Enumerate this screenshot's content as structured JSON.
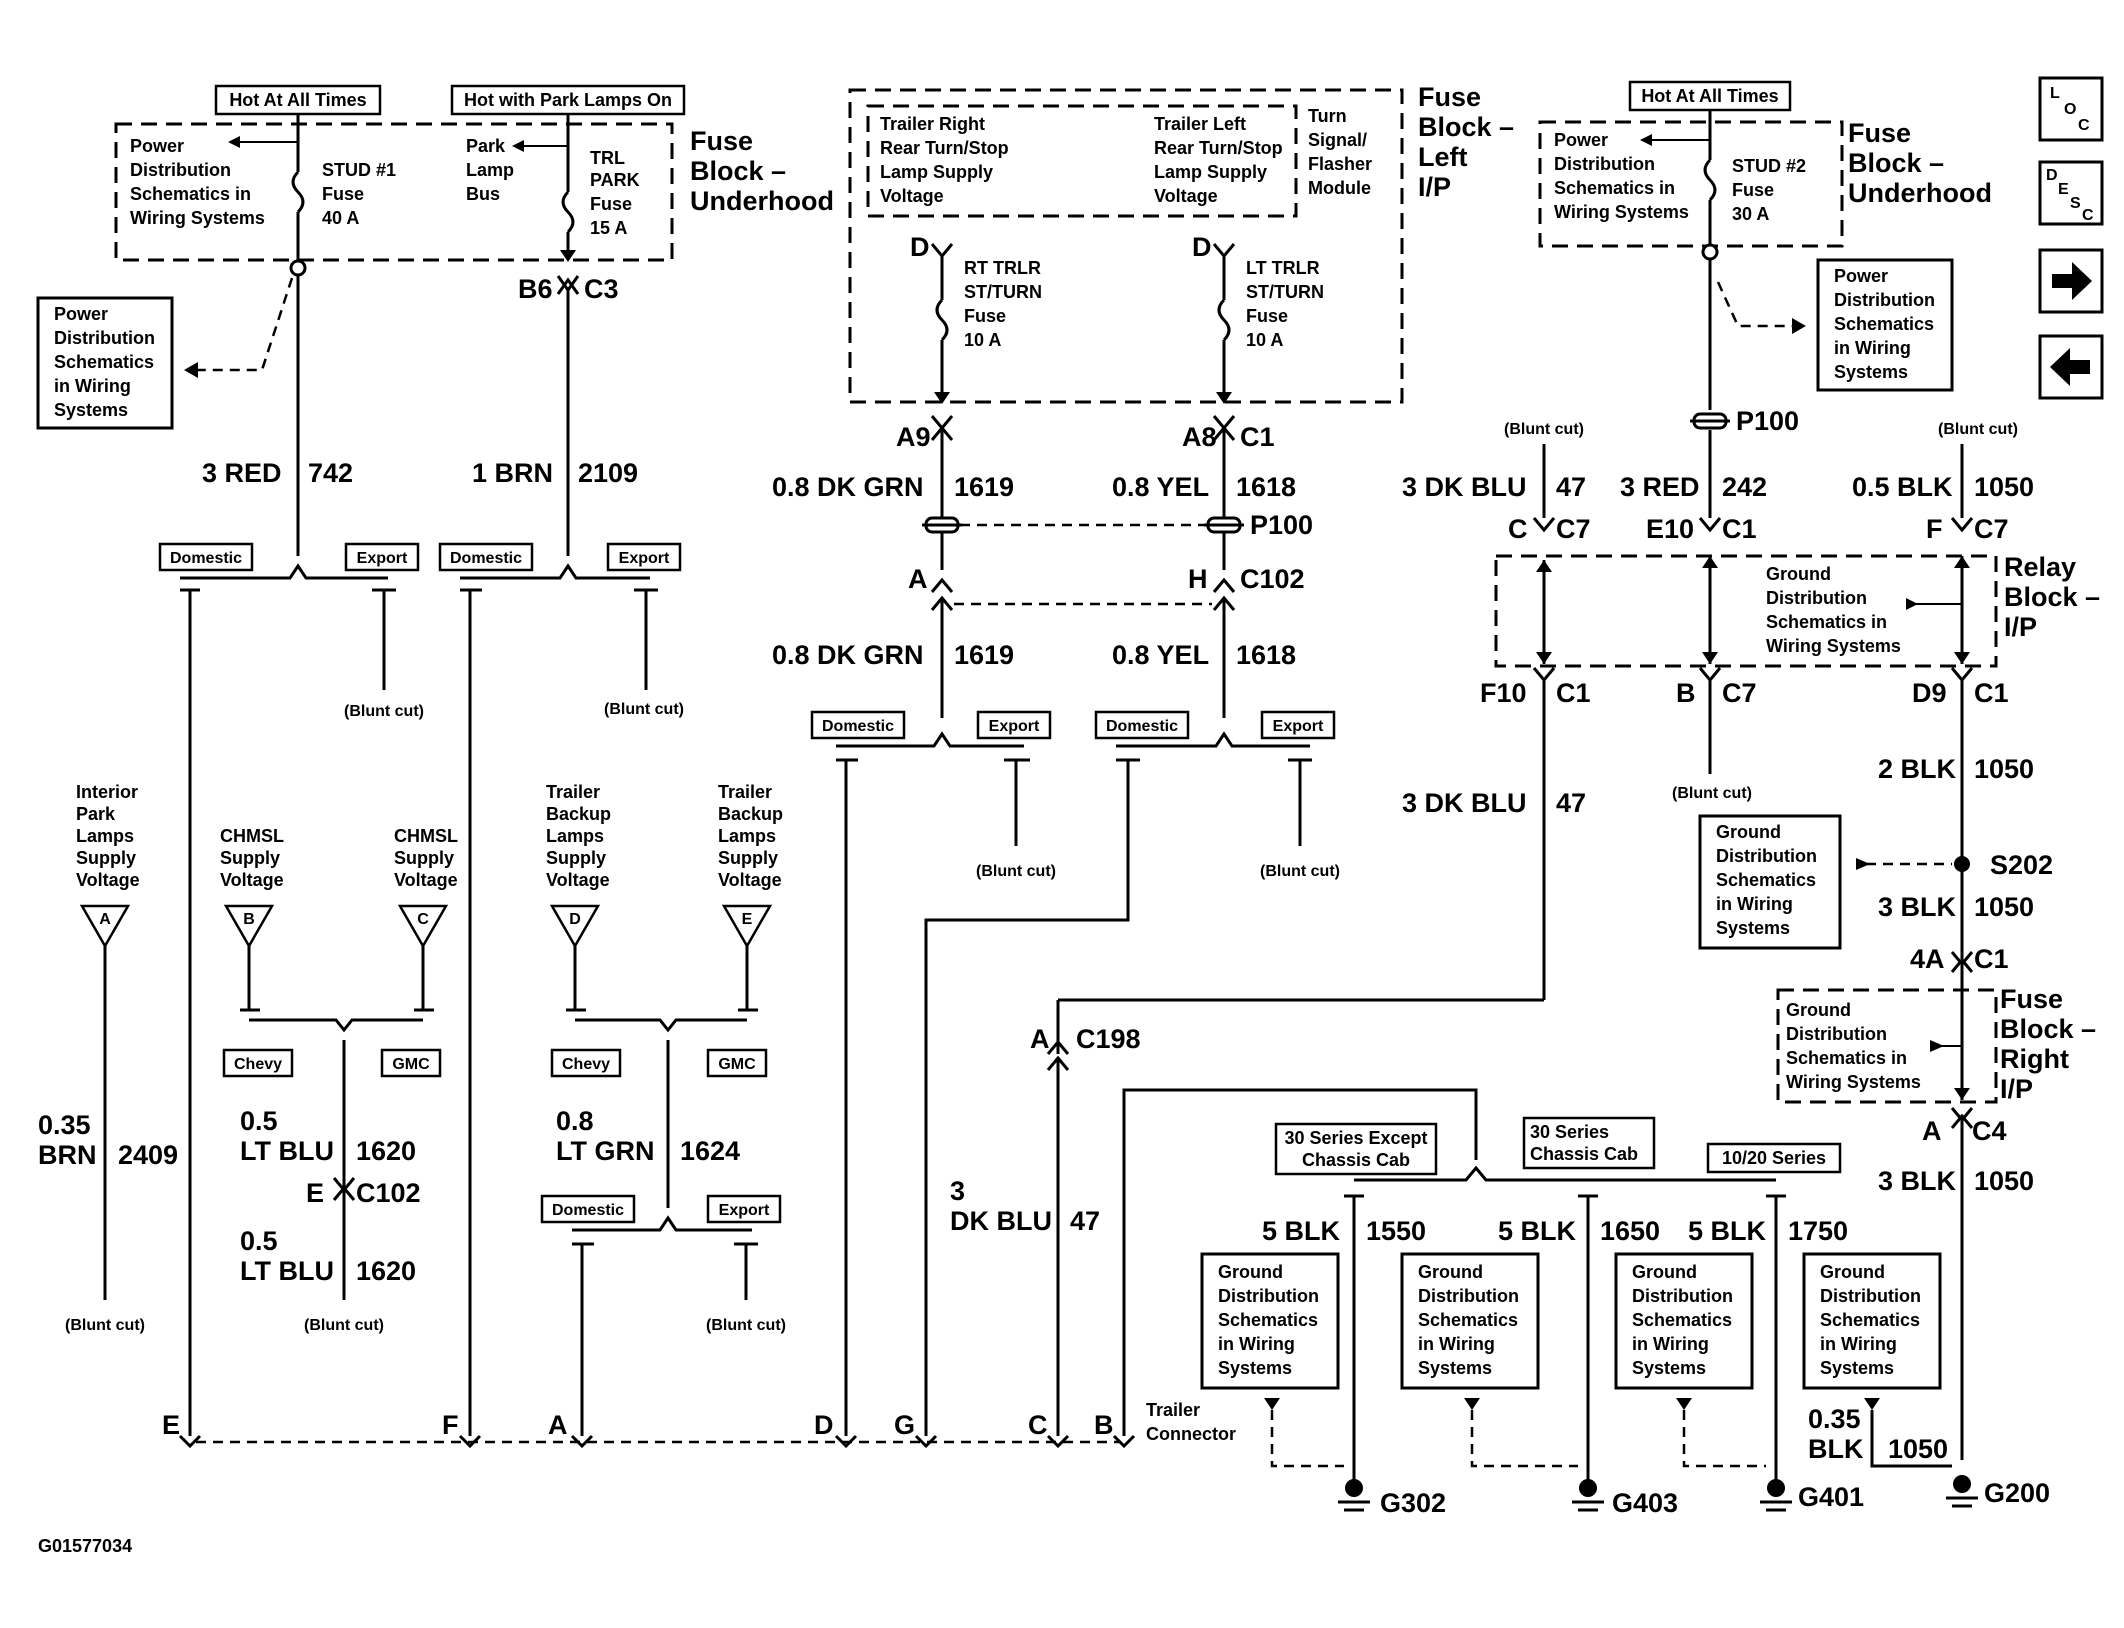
{
  "hot_labels": {
    "hot_all_times": "Hot At All Times",
    "hot_park_lamps": "Hot with Park Lamps On"
  },
  "fuse_blocks": {
    "underhood_1": "Fuse",
    "underhood_2": "Block –",
    "underhood_3": "Underhood",
    "left_ip_1": "Fuse",
    "left_ip_2": "Block –",
    "left_ip_3": "Left",
    "left_ip_4": "I/P",
    "relay_1": "Relay",
    "relay_2": "Block –",
    "relay_3": "I/P",
    "right_ip_1": "Fuse",
    "right_ip_2": "Block –",
    "right_ip_3": "Right",
    "right_ip_4": "I/P"
  },
  "fuses": {
    "stud1": [
      "STUD #1",
      "Fuse",
      "40 A"
    ],
    "trl_park": [
      "TRL",
      "PARK",
      "Fuse",
      "15 A"
    ],
    "rt_trlr": [
      "RT TRLR",
      "ST/TURN",
      "Fuse",
      "10 A"
    ],
    "lt_trlr": [
      "LT TRLR",
      "ST/TURN",
      "Fuse",
      "10 A"
    ],
    "stud2": [
      "STUD #2",
      "Fuse",
      "30 A"
    ]
  },
  "notes": {
    "pds_4line": [
      "Power",
      "Distribution",
      "Schematics in",
      "Wiring Systems"
    ],
    "pds_5line": [
      "Power",
      "Distribution",
      "Schematics",
      "in Wiring",
      "Systems"
    ],
    "gds_4line": [
      "Ground",
      "Distribution",
      "Schematics in",
      "Wiring Systems"
    ],
    "gds_5line": [
      "Ground",
      "Distribution",
      "Schematics",
      "in Wiring",
      "Systems"
    ],
    "park_lamp_bus": [
      "Park",
      "Lamp",
      "Bus"
    ],
    "trailer_right": [
      "Trailer Right",
      "Rear Turn/Stop",
      "Lamp Supply",
      "Voltage"
    ],
    "trailer_left": [
      "Trailer Left",
      "Rear Turn/Stop",
      "Lamp Supply",
      "Voltage"
    ],
    "turn_signal": [
      "Turn",
      "Signal/",
      "Flasher",
      "Module"
    ]
  },
  "options": {
    "domestic": "Domestic",
    "export": "Export",
    "chevy": "Chevy",
    "gmc": "GMC",
    "blunt_cut": "(Blunt cut)",
    "series_30_except": [
      "30 Series Except",
      "Chassis Cab"
    ],
    "series_30_cab": [
      "30 Series",
      "Chassis Cab"
    ],
    "series_1020": "10/20 Series"
  },
  "wires": {
    "red742": [
      "3 RED",
      "742"
    ],
    "brn2109": [
      "1 BRN",
      "2109"
    ],
    "dkgrn1619": [
      "0.8 DK GRN",
      "1619"
    ],
    "yel1618": [
      "0.8 YEL",
      "1618"
    ],
    "dkblu47": [
      "3 DK BLU",
      "47"
    ],
    "red242": [
      "3 RED",
      "242"
    ],
    "blk1050_05": [
      "0.5 BLK",
      "1050"
    ],
    "blk1050_2": [
      "2 BLK",
      "1050"
    ],
    "blk1050_3": [
      "3 BLK",
      "1050"
    ],
    "brn2409": [
      "0.35",
      "BRN",
      "2409"
    ],
    "ltblu1620": [
      "0.5",
      "LT BLU",
      "1620"
    ],
    "ltgrn1624": [
      "0.8",
      "LT GRN",
      "1624"
    ],
    "dkblu47_c198": [
      "3",
      "DK BLU",
      "47"
    ],
    "blk1550": [
      "5 BLK",
      "1550"
    ],
    "blk1650": [
      "5 BLK",
      "1650"
    ],
    "blk1750": [
      "5 BLK",
      "1750"
    ],
    "blk1050_035": [
      "0.35",
      "BLK",
      "1050"
    ]
  },
  "connectors": {
    "b6": "B6",
    "c3": "C3",
    "d": "D",
    "a9": "A9",
    "a8": "A8",
    "c1": "C1",
    "p100": "P100",
    "a": "A",
    "h": "H",
    "c102": "C102",
    "c": "C",
    "c7": "C7",
    "e10": "E10",
    "f": "F",
    "f10": "F10",
    "b": "B",
    "d9": "D9",
    "s202": "S202",
    "4a": "4A",
    "c4": "C4",
    "c198": "C198",
    "e": "E"
  },
  "supply": {
    "interior_park": [
      "Interior",
      "Park",
      "Lamps",
      "Supply",
      "Voltage"
    ],
    "chmsl": [
      "CHMSL",
      "Supply",
      "Voltage"
    ],
    "trailer_backup": [
      "Trailer",
      "Backup",
      "Lamps",
      "Supply",
      "Voltage"
    ]
  },
  "trailer_connector": [
    "Trailer",
    "Connector"
  ],
  "trailer_pins": [
    "E",
    "F",
    "A",
    "D",
    "G",
    "C",
    "B"
  ],
  "grounds": [
    "G302",
    "G403",
    "G401",
    "G200"
  ],
  "figure_id": "G01577034",
  "side_buttons": {
    "loc": [
      "L",
      "O",
      "C"
    ],
    "desc": [
      "D",
      "E",
      "S",
      "C"
    ]
  }
}
